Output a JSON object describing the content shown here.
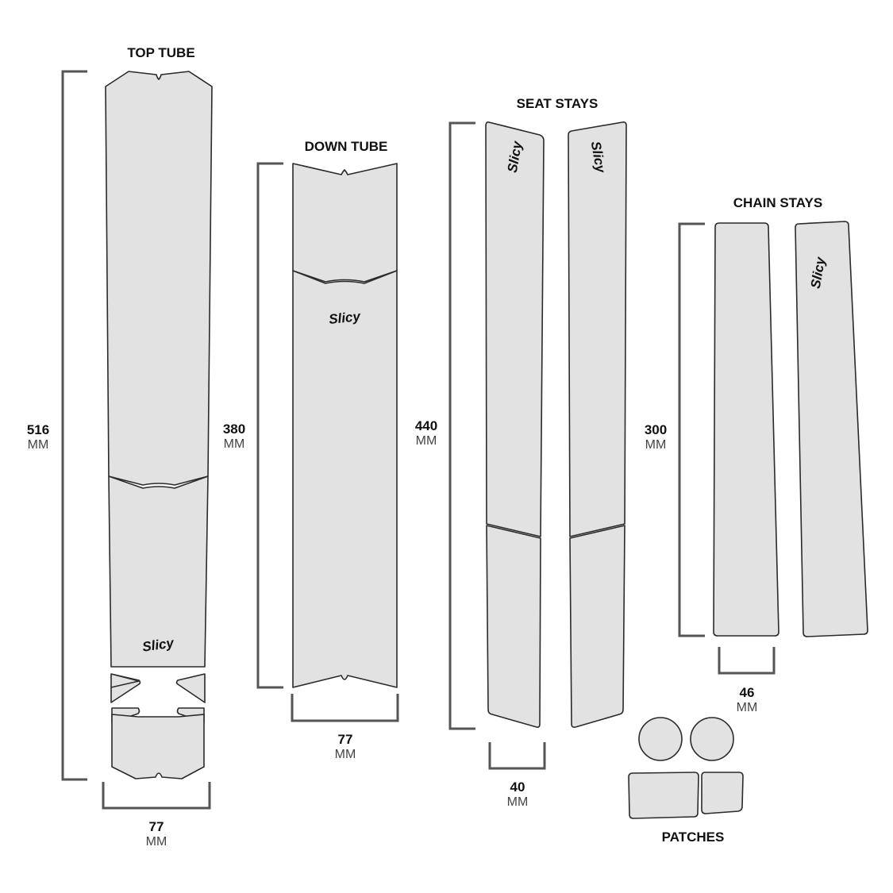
{
  "sections": {
    "top_tube": {
      "title": "TOP TUBE",
      "length": "516",
      "width": "77",
      "unit": "MM",
      "logo": "Slicy"
    },
    "down_tube": {
      "title": "DOWN TUBE",
      "length": "380",
      "width": "77",
      "unit": "MM",
      "logo": "Slicy"
    },
    "seat_stays": {
      "title": "SEAT STAYS",
      "length": "440",
      "width": "40",
      "unit": "MM",
      "logo_left": "Slicy",
      "logo_right": "Slicy"
    },
    "chain_stays": {
      "title": "CHAIN STAYS",
      "length": "300",
      "width": "46",
      "unit": "MM",
      "logo": "Slicy"
    },
    "patches": {
      "title": "PATCHES"
    }
  },
  "colors": {
    "piece_fill": "#e2e2e2",
    "outline": "#2a2a2a",
    "bracket": "#555555"
  }
}
